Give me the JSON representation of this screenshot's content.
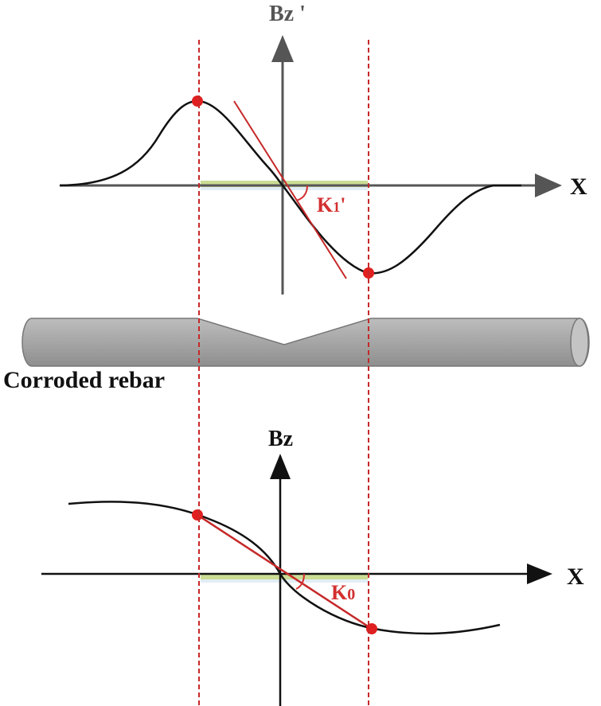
{
  "top_plot": {
    "y_axis_label": "Bz '",
    "x_axis_label": "X",
    "slope_label_main": "K",
    "slope_label_sub": "1",
    "slope_label_prime": "'"
  },
  "rebar": {
    "caption": "Corroded rebar"
  },
  "bottom_plot": {
    "y_axis_label": "Bz",
    "x_axis_label": "X",
    "slope_label_main": "K",
    "slope_label_sub": "0"
  },
  "colors": {
    "curve": "#111111",
    "axis_top": "#555555",
    "axis_bottom": "#111111",
    "marker": "#e02020",
    "dashed_guide": "#c62828",
    "corrosion_band": "#c5d88a",
    "rebar_fill": "#a8a8a8",
    "rebar_stroke": "#777777"
  }
}
